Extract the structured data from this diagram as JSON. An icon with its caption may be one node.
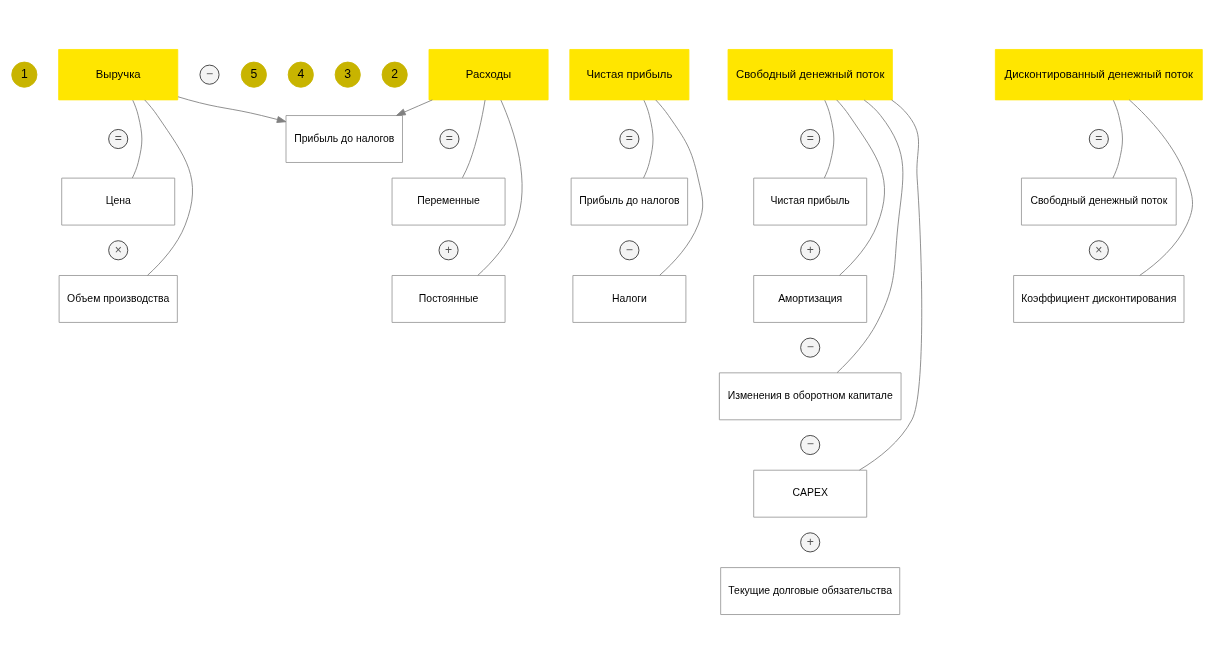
{
  "diagram": {
    "nodes": [
      {
        "text": [
          "1"
        ]
      },
      {
        "text": [
          "Выручка"
        ]
      },
      {
        "text": [
          "="
        ]
      },
      {
        "text": [
          "Цена"
        ]
      },
      {
        "text": [
          "×"
        ]
      },
      {
        "text": [
          "Объем производства"
        ]
      },
      {
        "text": [
          "−"
        ]
      },
      {
        "text": [
          "2"
        ]
      },
      {
        "text": [
          "Расходы"
        ]
      },
      {
        "text": [
          "="
        ]
      },
      {
        "text": [
          "Переменные"
        ]
      },
      {
        "text": [
          "+"
        ]
      },
      {
        "text": [
          "Постоянные"
        ]
      },
      {
        "text": [
          "Прибыль до налогов"
        ]
      },
      {
        "text": [
          "3"
        ]
      },
      {
        "text": [
          "Чистая прибыль"
        ]
      },
      {
        "text": [
          "="
        ]
      },
      {
        "text": [
          "Прибыль до налогов"
        ]
      },
      {
        "text": [
          "−"
        ]
      },
      {
        "text": [
          "Налоги"
        ]
      },
      {
        "text": [
          "4"
        ]
      },
      {
        "text": [
          "Свободный денежный поток"
        ]
      },
      {
        "text": [
          "="
        ]
      },
      {
        "text": [
          "Чистая прибыль"
        ]
      },
      {
        "text": [
          "+"
        ]
      },
      {
        "text": [
          "Амортизация"
        ]
      },
      {
        "text": [
          "−"
        ]
      },
      {
        "text": [
          "Изменения в оборотном капитале"
        ]
      },
      {
        "text": [
          "−"
        ]
      },
      {
        "text": [
          "CAPEX"
        ]
      },
      {
        "text": [
          "+"
        ]
      },
      {
        "text": [
          "Текущие долговые обязательства"
        ]
      },
      {
        "text": [
          "5"
        ]
      },
      {
        "text": [
          "Дисконтированный денежный поток"
        ]
      },
      {
        "text": [
          "="
        ]
      },
      {
        "text": [
          "Свободный денежный поток"
        ]
      },
      {
        "text": [
          "×"
        ]
      },
      {
        "text": [
          "Коэффициент дисконтирования"
        ]
      }
    ],
    "edges": [
      {
        "from": 1,
        "to": 3,
        "arrow": "none"
      },
      {
        "from": 1,
        "to": 5,
        "arrow": "none"
      },
      {
        "from": 8,
        "to": 10,
        "arrow": "none"
      },
      {
        "from": 8,
        "to": 12,
        "arrow": "none"
      },
      {
        "from": 1,
        "to": 13,
        "arrow": "to"
      },
      {
        "from": 8,
        "to": 13,
        "arrow": "to"
      },
      {
        "from": 15,
        "to": 17,
        "arrow": "none"
      },
      {
        "from": 15,
        "to": 19,
        "arrow": "none"
      },
      {
        "from": 21,
        "to": 23,
        "arrow": "none"
      },
      {
        "from": 21,
        "to": 25,
        "arrow": "none"
      },
      {
        "from": 21,
        "to": 27,
        "arrow": "none"
      },
      {
        "from": 21,
        "to": 29,
        "arrow": "none"
      },
      {
        "from": 33,
        "to": 35,
        "arrow": "none"
      },
      {
        "from": 33,
        "to": 37,
        "arrow": "none"
      }
    ]
  }
}
